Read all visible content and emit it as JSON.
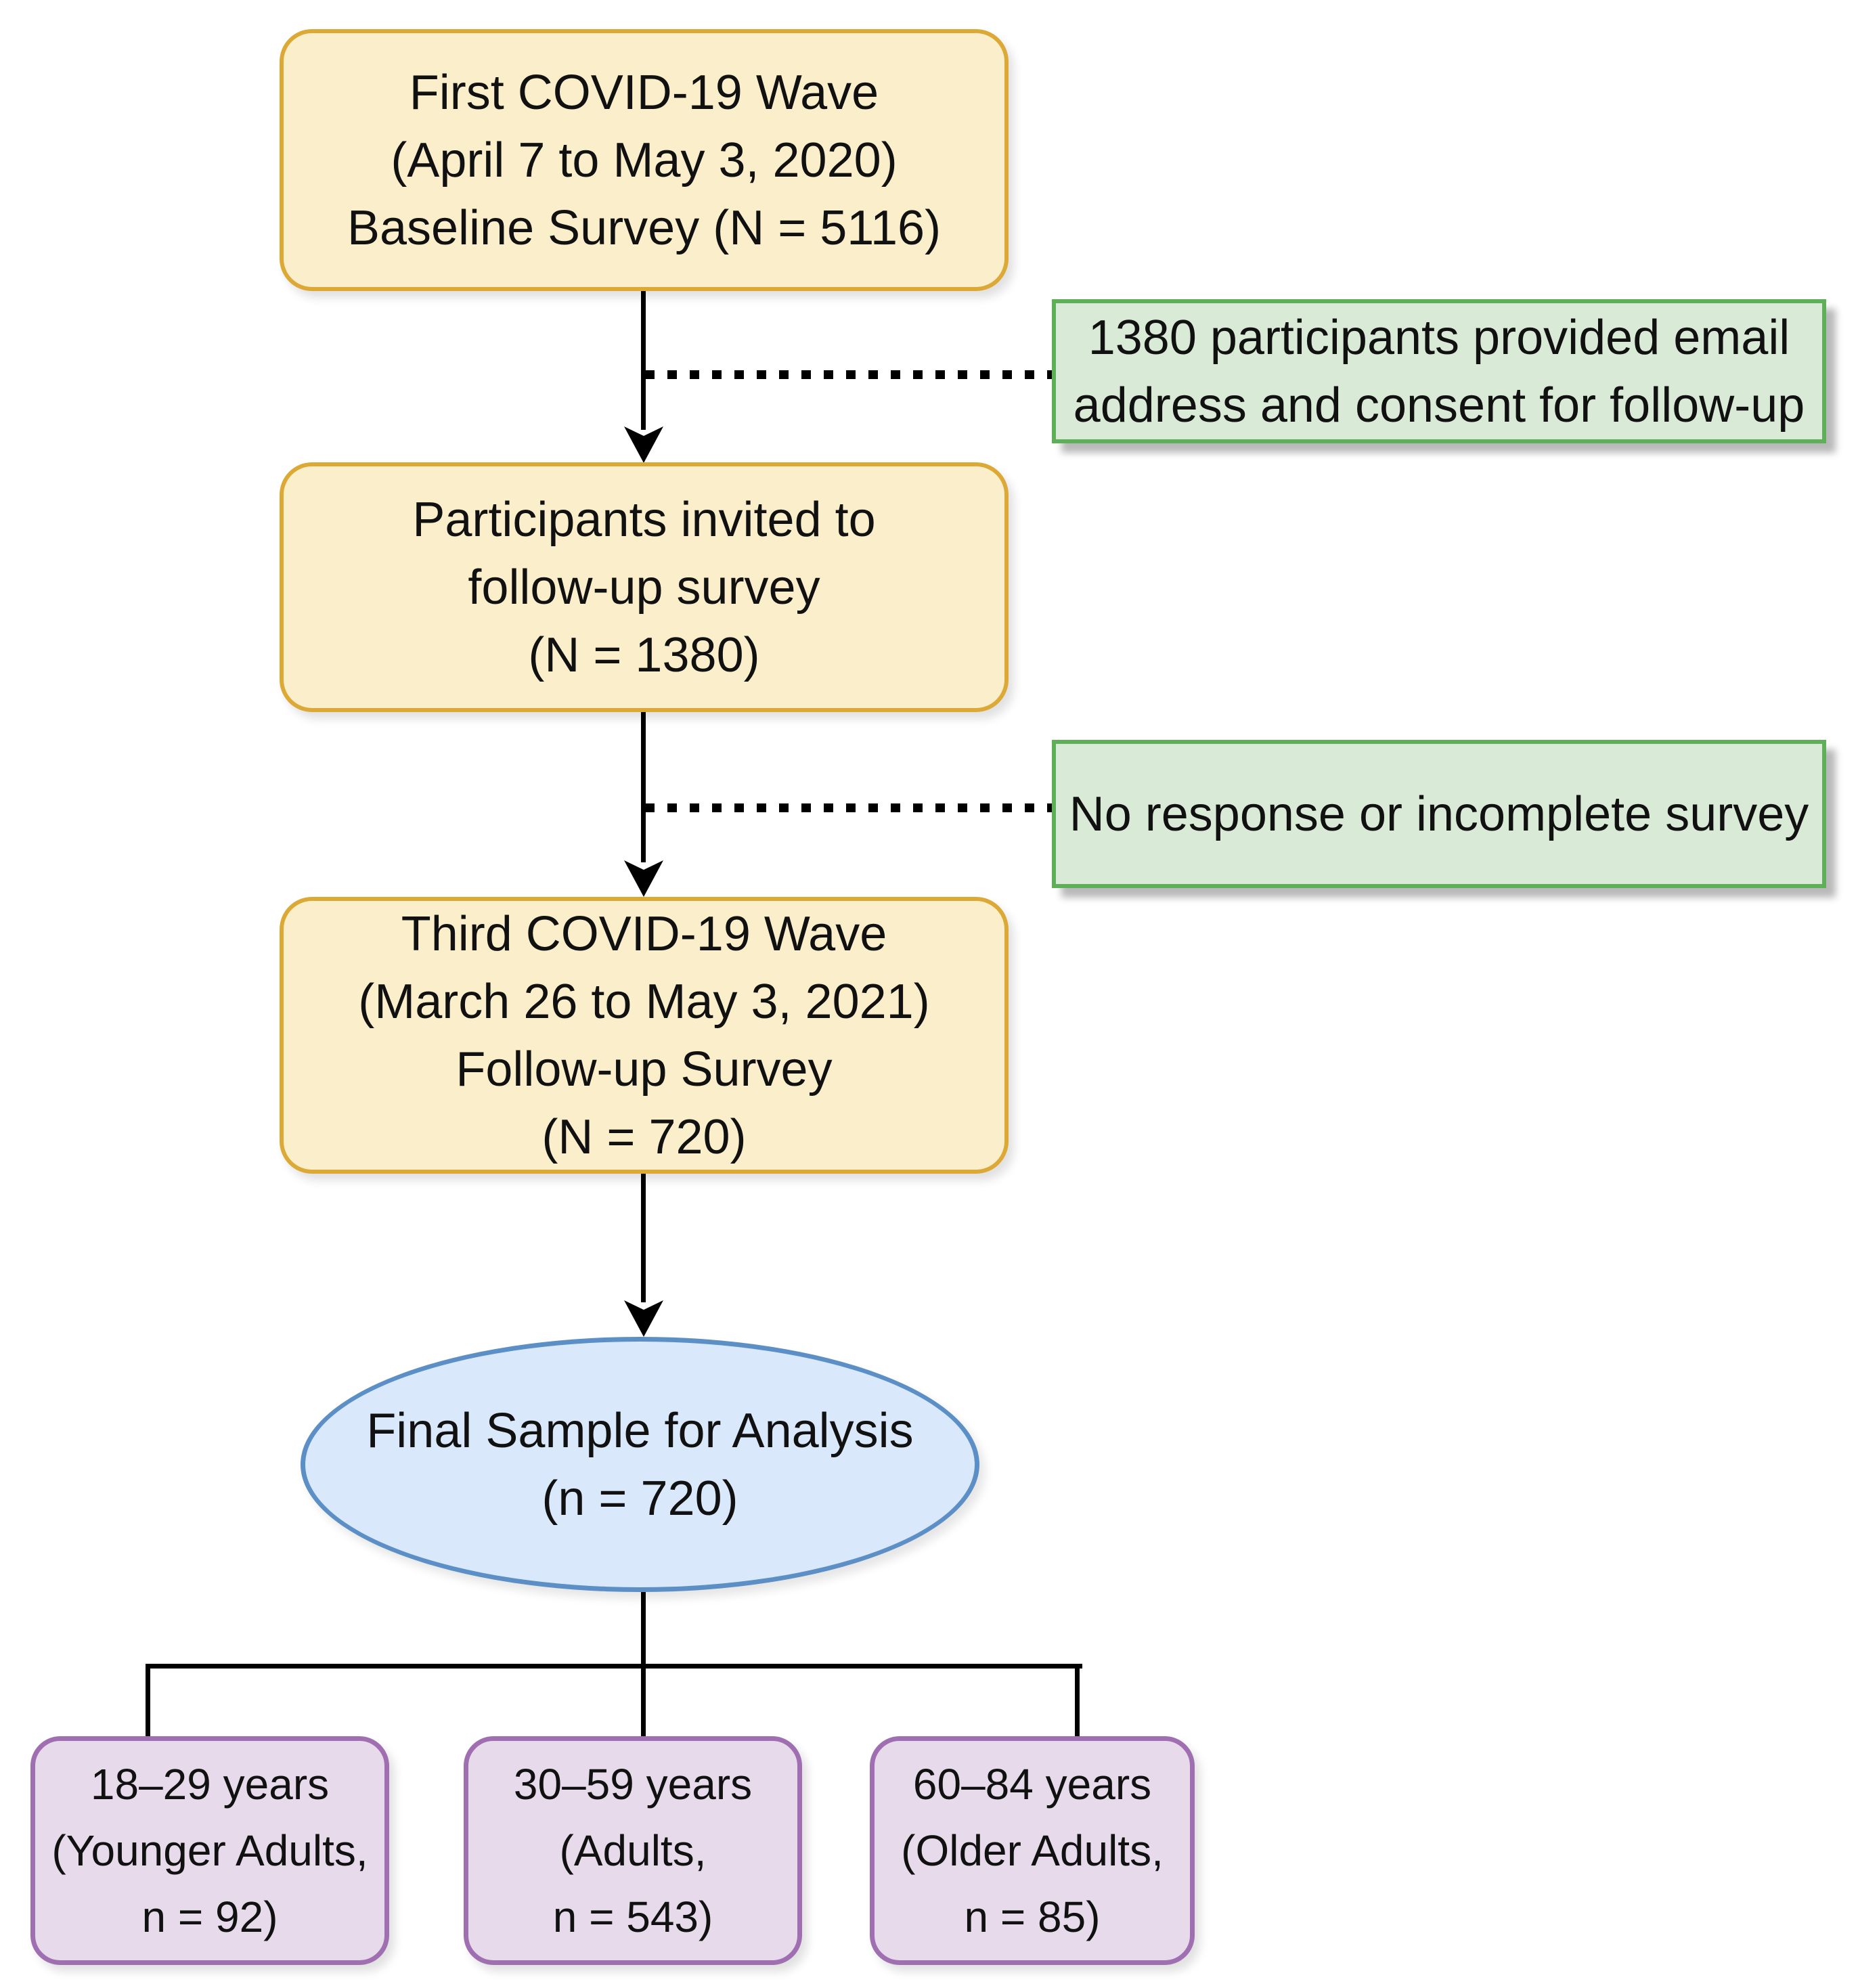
{
  "colors": {
    "canvas-bg": "#ffffff",
    "text": "#111111",
    "line": "#000000",
    "process-fill": "#FBEFCB",
    "process-border": "#DCA936",
    "note-fill": "#D9EBD6",
    "note-border": "#5FAF59",
    "terminal-fill": "#D9E9FB",
    "terminal-border": "#5C8FC6",
    "group-fill": "#E7DBEB",
    "group-border": "#A06FB1"
  },
  "nodes": {
    "baseline": {
      "lines": [
        "First COVID-19 Wave",
        "(April 7 to May 3, 2020)",
        "Baseline Survey (N = 5116)"
      ]
    },
    "invited": {
      "lines": [
        "Participants invited to",
        "follow-up survey",
        "(N = 1380)"
      ]
    },
    "wave3": {
      "lines": [
        "Third COVID-19 Wave",
        "(March 26 to May 3, 2021)",
        "Follow-up Survey",
        "(N = 720)"
      ]
    },
    "final": {
      "lines": [
        "Final Sample for Analysis",
        "(n = 720)"
      ]
    },
    "younger": {
      "lines": [
        "18–29 years",
        "(Younger Adults,",
        "n = 92)"
      ]
    },
    "adults": {
      "lines": [
        "30–59 years",
        "(Adults,",
        "n = 543)"
      ]
    },
    "older": {
      "lines": [
        "60–84 years",
        "(Older Adults,",
        "n = 85)"
      ]
    }
  },
  "notes": {
    "email_consent": {
      "lines": [
        "1380 participants provided email",
        "address and consent for follow-up"
      ]
    },
    "no_response": {
      "lines": [
        "No response or incomplete survey"
      ]
    }
  }
}
